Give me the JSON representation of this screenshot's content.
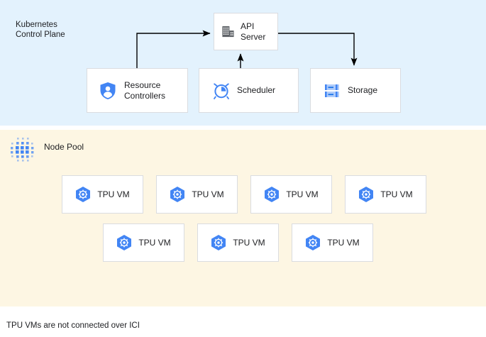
{
  "panels": {
    "control_plane": {
      "title": "Kubernetes\nControl Plane",
      "bg_color": "#e3f2fd"
    },
    "node_pool": {
      "title": "Node Pool",
      "bg_color": "#fdf6e3",
      "icon": "node-pool-dots-icon"
    }
  },
  "control_plane_nodes": [
    {
      "id": "api-server",
      "label": "API\nServer",
      "icon": "building-icon"
    },
    {
      "id": "resource-controllers",
      "label": "Resource\nControllers",
      "icon": "shield-person-icon"
    },
    {
      "id": "scheduler",
      "label": "Scheduler",
      "icon": "alarm-clock-icon"
    },
    {
      "id": "storage",
      "label": "Storage",
      "icon": "server-rack-icon"
    }
  ],
  "connectors": [
    {
      "from": "resource-controllers",
      "to": "api-server",
      "direction": "to-api-server"
    },
    {
      "from": "scheduler",
      "to": "api-server",
      "direction": "to-api-server"
    },
    {
      "from": "api-server",
      "to": "storage",
      "direction": "to-storage"
    }
  ],
  "node_pool_vms": {
    "icon": "tpu-hexagon-gear-icon",
    "row1": [
      {
        "label": "TPU VM"
      },
      {
        "label": "TPU VM"
      },
      {
        "label": "TPU VM"
      },
      {
        "label": "TPU VM"
      }
    ],
    "row2": [
      {
        "label": "TPU VM"
      },
      {
        "label": "TPU VM"
      },
      {
        "label": "TPU VM"
      }
    ]
  },
  "caption": "TPU VMs are not connected over ICI",
  "colors": {
    "control_plane_bg": "#e3f2fd",
    "node_pool_bg": "#fdf6e3",
    "box_bg": "#ffffff",
    "box_border": "#dadce0",
    "text": "#202124",
    "accent_blue": "#4285f4",
    "icon_dark": "#5f6368",
    "connector": "#000000"
  }
}
